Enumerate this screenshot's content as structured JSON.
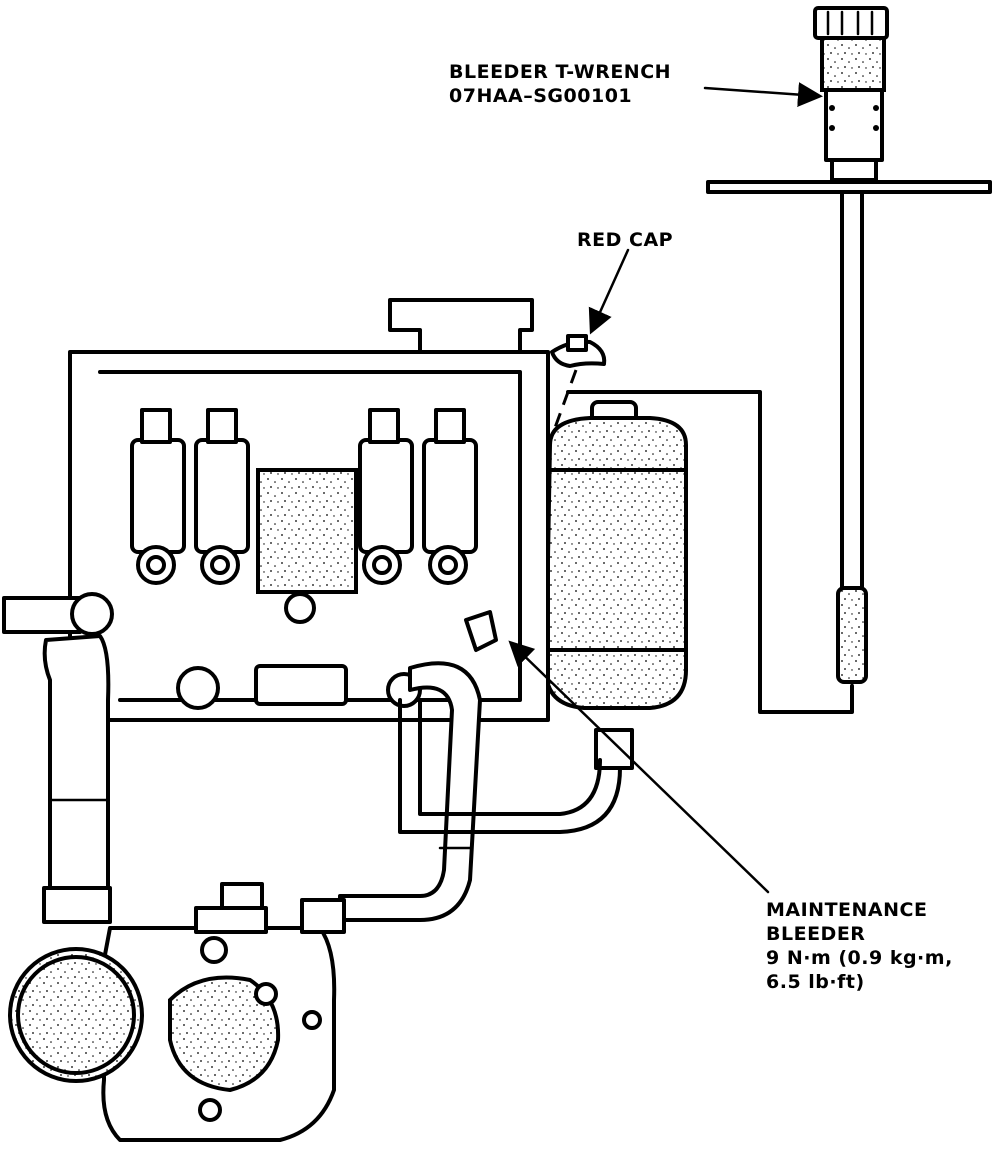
{
  "diagram": {
    "labels": {
      "tool": [
        "BLEEDER T-WRENCH",
        "07HAA–SG00101"
      ],
      "red_cap": "RED CAP",
      "maintenance_bleeder": [
        "MAINTENANCE",
        "BLEEDER",
        "9 N·m (0.9 kg·m,",
        "6.5 lb·ft)"
      ]
    },
    "colors": {
      "ink": "#000000",
      "paper": "#ffffff"
    }
  }
}
